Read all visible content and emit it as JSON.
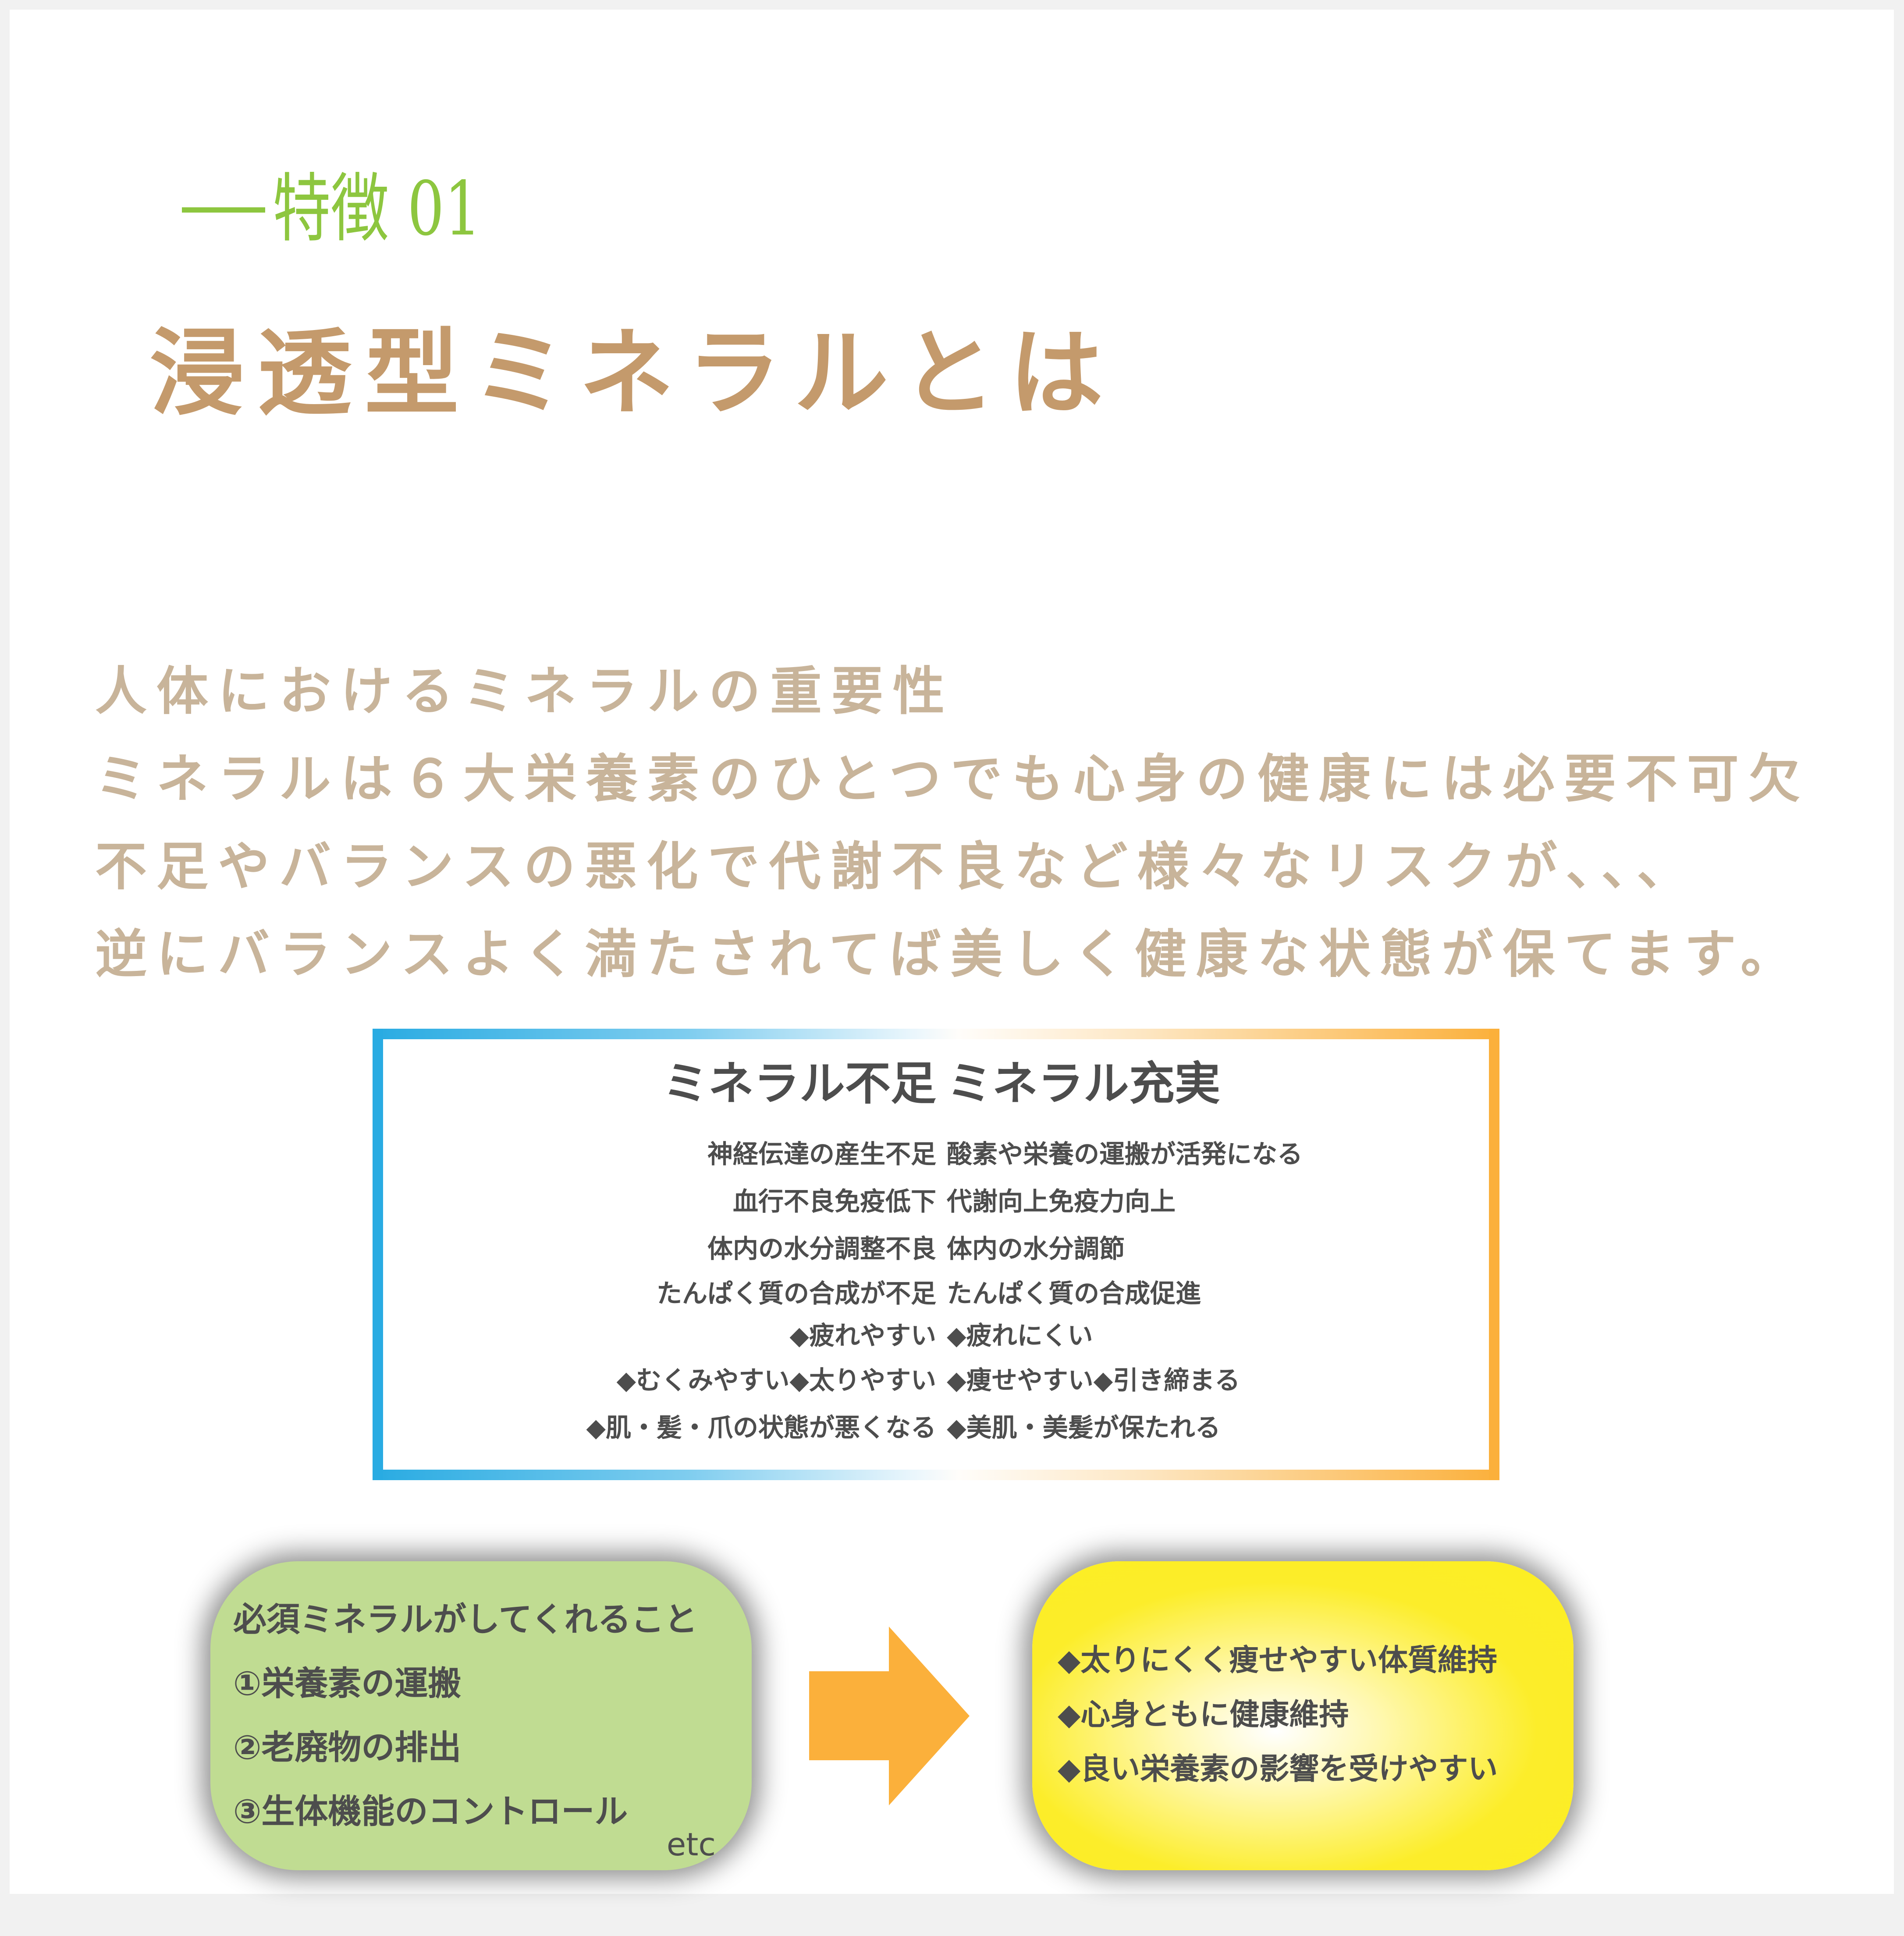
{
  "header": {
    "feature_label": "特徴 01",
    "title": "浸透型ミネラルとは"
  },
  "intro": {
    "lines": [
      "人体におけるミネラルの重要性",
      "ミネラルは６大栄養素のひとつでも心身の健康には必要不可欠",
      "不足やバランスの悪化で代謝不良など様々なリスクが、、、",
      "逆にバランスよく満たされてば美しく健康な状態が保てます。"
    ]
  },
  "comparison": {
    "left": {
      "heading": "ミネラル不足",
      "items": [
        "神経伝達の産生不足",
        "血行不良免疫低下",
        "体内の水分調整不良",
        "たんぱく質の合成が不足",
        "◆疲れやすい",
        "◆むくみやすい◆太りやすい",
        "◆肌・髪・爪の状態が悪くなる"
      ]
    },
    "right": {
      "heading": "ミネラル充実",
      "items": [
        "酸素や栄養の運搬が活発になる",
        "代謝向上免疫力向上",
        "体内の水分調節",
        "たんぱく質の合成促進",
        "◆疲れにくい",
        "◆痩せやすい◆引き締まる",
        "◆美肌・美髪が保たれる"
      ]
    }
  },
  "roles_box": {
    "title": "必須ミネラルがしてくれること",
    "items": [
      "①栄養素の運搬",
      "②老廃物の排出",
      "③生体機能のコントロール"
    ],
    "etc": "etc"
  },
  "benefits_box": {
    "items": [
      "◆太りにくく痩せやすい体質維持",
      "◆心身ともに健康維持",
      "◆良い栄養素の影響を受けやすい"
    ]
  },
  "colors": {
    "accent_green": "#8dc63f",
    "title_brown": "#c49a6c",
    "body_beige": "#c8b49a",
    "text_gray": "#4d4d4d",
    "deficit_blue": "#29abe2",
    "rich_orange": "#fbb03b",
    "box_green": "#c0dc92",
    "box_yellow": "#fcee21"
  }
}
